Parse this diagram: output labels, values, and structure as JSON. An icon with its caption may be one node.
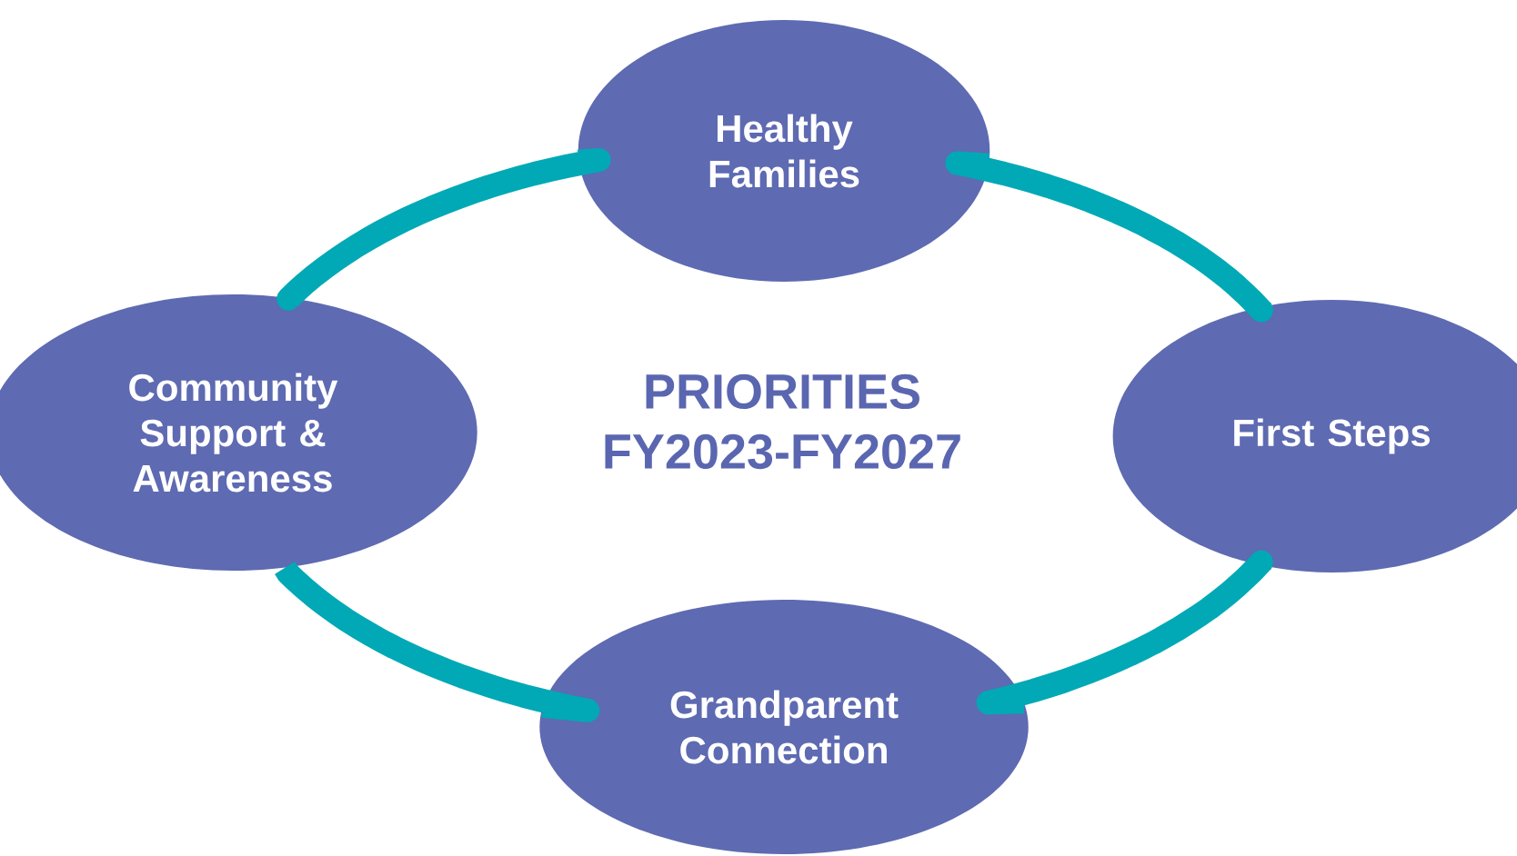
{
  "diagram": {
    "title": "PRIORITIES FY2023-FY2027",
    "nodes": [
      {
        "text": [
          "Healthy Families"
        ]
      },
      {
        "text": [
          "Community Support & Awareness"
        ]
      },
      {
        "text": [
          "First Steps"
        ]
      },
      {
        "text": [
          "Grandparent Connection"
        ]
      }
    ],
    "edges": [
      {
        "from": 0,
        "to": 2,
        "arrow": "none"
      },
      {
        "from": 2,
        "to": 3,
        "arrow": "none"
      },
      {
        "from": 3,
        "to": 1,
        "arrow": "none"
      },
      {
        "from": 1,
        "to": 0,
        "arrow": "none"
      }
    ]
  }
}
